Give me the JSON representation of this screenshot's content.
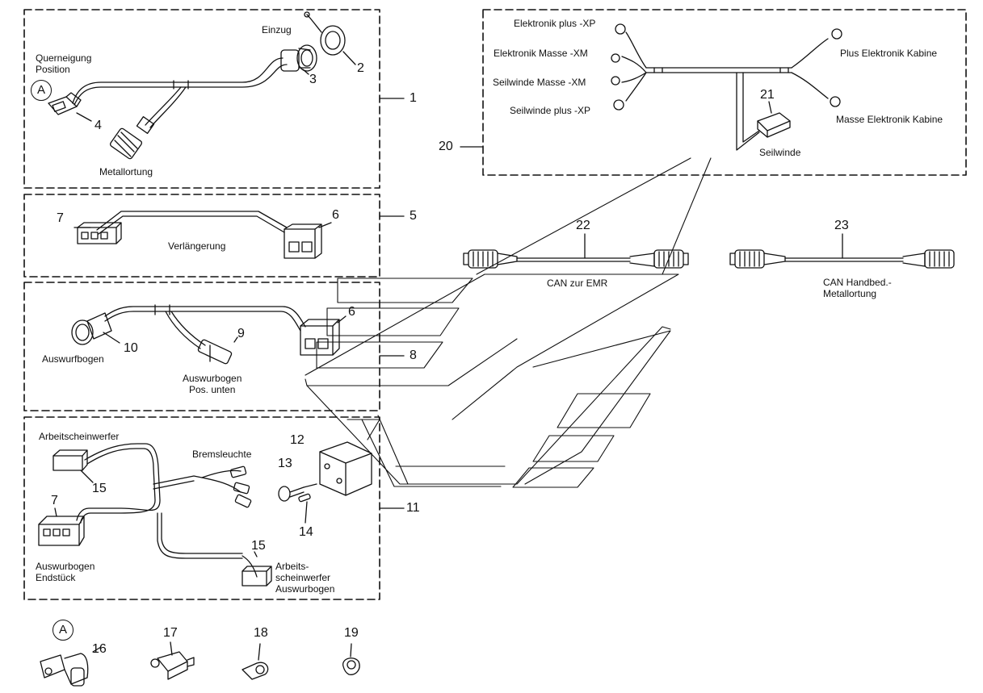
{
  "group1": {
    "labels": {
      "querneigung_position": "Querneigung\nPosition",
      "einzug": "Einzug",
      "metallortung": "Metallortung"
    },
    "ref": "1",
    "parts": {
      "p2": "2",
      "p3": "3",
      "p4": "4"
    },
    "marker": "A"
  },
  "group5": {
    "labels": {
      "verlaengerung": "Verlängerung"
    },
    "ref": "5",
    "parts": {
      "p6": "6",
      "p7": "7"
    }
  },
  "group8": {
    "labels": {
      "auswurfbogen": "Auswurfbogen",
      "auswurfbogen_pos_unten": "Auswurbogen\nPos. unten"
    },
    "ref": "8",
    "parts": {
      "p6": "6",
      "p9": "9",
      "p10": "10"
    }
  },
  "group11": {
    "labels": {
      "arbeitsscheinwerfer": "Arbeitscheinwerfer",
      "bremsleuchte": "Bremsleuchte",
      "auswurfbogen_endstueck": "Auswurbogen\nEndstück",
      "arbeitsscheinwerfer_auswurfbogen": "Arbeits-\nscheinwerfer\nAuswurbogen"
    },
    "ref": "11",
    "parts": {
      "p7": "7",
      "p12": "12",
      "p13": "13",
      "p14": "14",
      "p15a": "15",
      "p15b": "15"
    }
  },
  "group20": {
    "labels": {
      "elektronik_plus_xp": "Elektronik plus -XP",
      "elektronik_masse_xm": "Elektronik Masse -XM",
      "seilwinde_masse_xm": "Seilwinde Masse -XM",
      "seilwinde_plus_xp": "Seilwinde plus -XP",
      "plus_elektronik_kabine": "Plus Elektronik Kabine",
      "masse_elektronik_kabine": "Masse Elektronik Kabine",
      "seilwinde": "Seilwinde"
    },
    "ref": "20",
    "parts": {
      "p21": "21"
    }
  },
  "cable22": {
    "num": "22",
    "label": "CAN zur EMR"
  },
  "cable23": {
    "num": "23",
    "label": "CAN Handbed.-\nMetallortung"
  },
  "loose_parts": {
    "marker": "A",
    "p16": "16",
    "p17": "17",
    "p18": "18",
    "p19": "19"
  },
  "colors": {
    "ink": "#111111",
    "background": "#ffffff"
  }
}
